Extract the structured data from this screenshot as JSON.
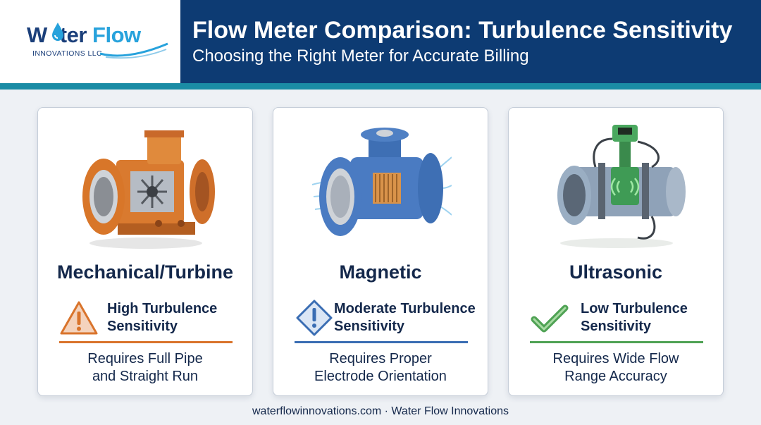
{
  "logo": {
    "word_part1": "W",
    "word_part2": "ter",
    "word_part3": "Flow",
    "subtitle": "INNOVATIONS LLC"
  },
  "header": {
    "title": "Flow Meter Comparison: Turbulence Sensitivity",
    "subtitle": "Choosing the Right Meter for Accurate Billing"
  },
  "cards": [
    {
      "title": "Mechanical/Turbine",
      "sensitivity_line1": "High Turbulence",
      "sensitivity_line2": "Sensitivity",
      "icon": "warning-triangle-icon",
      "accent": "#d9742c",
      "requirement_line1": "Requires Full Pipe",
      "requirement_line2": "and Straight Run"
    },
    {
      "title": "Magnetic",
      "sensitivity_line1": "Moderate Turbulence",
      "sensitivity_line2": "Sensitivity",
      "icon": "exclamation-diamond-icon",
      "accent": "#3a6db3",
      "requirement_line1": "Requires Proper",
      "requirement_line2": "Electrode Orientation"
    },
    {
      "title": "Ultrasonic",
      "sensitivity_line1": "Low Turbulence",
      "sensitivity_line2": "Sensitivity",
      "icon": "checkmark-icon",
      "accent": "#4fa254",
      "requirement_line1": "Requires Wide Flow",
      "requirement_line2": "Range Accuracy"
    }
  ],
  "footer": {
    "text": "waterflowinnovations.com · Water Flow Innovations"
  },
  "colors": {
    "header_bg": "#0d3b73",
    "teal_bar": "#1a8ca5",
    "text_dark": "#14284b"
  }
}
